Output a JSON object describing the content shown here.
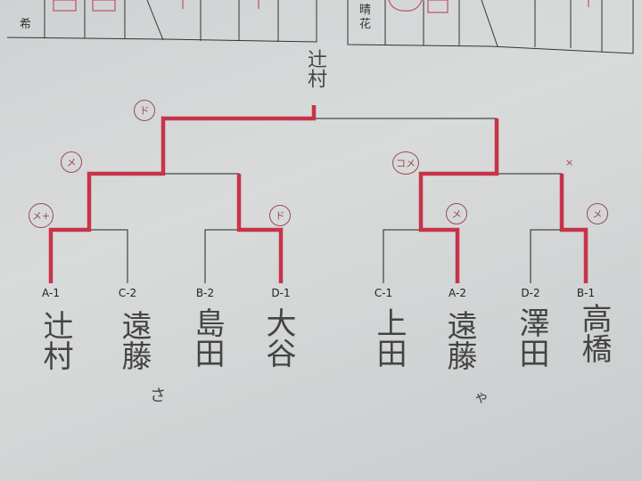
{
  "score_table": {
    "left_player": "希",
    "right_player": "晴花"
  },
  "champion": "辻村",
  "seeds": [
    "A-1",
    "C-2",
    "B-2",
    "D-1",
    "C-1",
    "A-2",
    "D-2",
    "B-1"
  ],
  "players": [
    "辻村",
    "遠藤",
    "島田",
    "大谷",
    "上田",
    "遠藤",
    "澤田",
    "高橋"
  ],
  "player_suffix": {
    "c2": "さ",
    "a2": "ゃ"
  },
  "marks": {
    "final": "ド",
    "semi_left": "メ",
    "qf1": "メ+",
    "qf2": "ド",
    "semi_right": "コメ",
    "qf3": "メ",
    "qf4": "メ",
    "qf4_alt": "×"
  },
  "colors": {
    "winner_line": "#c8334a",
    "bracket_line": "#222222"
  }
}
